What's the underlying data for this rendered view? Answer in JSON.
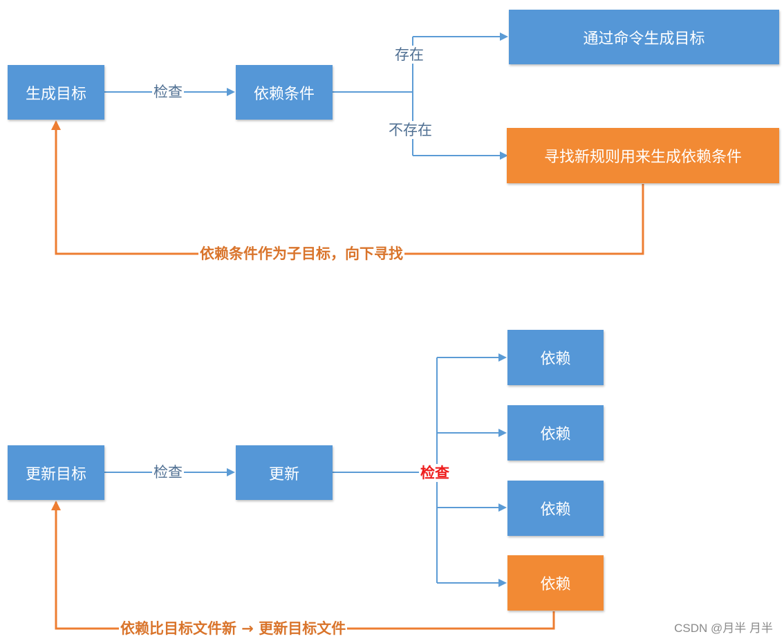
{
  "colors": {
    "blue_box": "#5597d7",
    "orange_box": "#f28a34",
    "blue_line": "#5b9bd5",
    "orange_line": "#ed7d31",
    "red_label": "#ee1c1c"
  },
  "top": {
    "nodes": {
      "make_target": "生成目标",
      "dependency": "依赖条件",
      "via_command": "通过命令生成目标",
      "find_rule": "寻找新规则用来生成依赖条件"
    },
    "labels": {
      "check": "检查",
      "exists": "存在",
      "not_exists": "不存在",
      "recurse": "依赖条件作为子目标，向下寻找"
    }
  },
  "bottom": {
    "nodes": {
      "update_target": "更新目标",
      "update": "更新",
      "dep1": "依赖",
      "dep2": "依赖",
      "dep3": "依赖",
      "dep4": "依赖"
    },
    "labels": {
      "check": "检查",
      "check_red": "检查",
      "newer": "依赖比目标文件新 → 更新目标文件"
    }
  },
  "watermark": "CSDN @月半 月半"
}
